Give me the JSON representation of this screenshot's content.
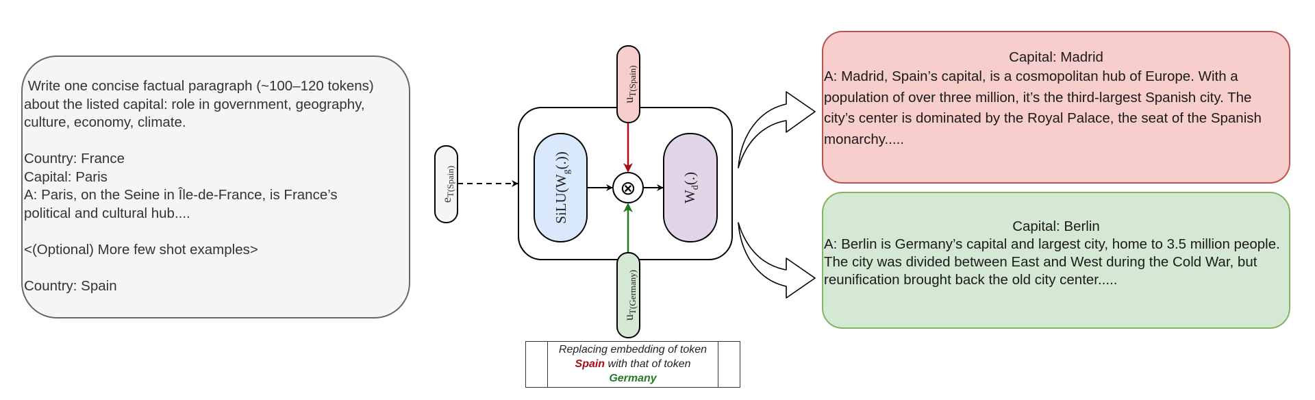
{
  "prompt": {
    "instruction": " Write one concise factual paragraph (~100–120 tokens)\nabout the listed capital: role in government, geography,\nculture, economy, climate.",
    "example_country": "Country: France",
    "example_capital": "Capital: Paris",
    "example_answer": "A: Paris, on the Seine in Île-de-France, is France’s\npolitical and cultural hub....",
    "optional_examples": "<(Optional) More few shot examples>",
    "query_country": "Country: Spain"
  },
  "mlp": {
    "input_embedding": {
      "base": "e",
      "subscript": "T(Spain)"
    },
    "gate_block": {
      "prefix": "SiLU(W",
      "subscript": "g",
      "suffix": "(.))"
    },
    "down_block": {
      "base": "W",
      "subscript": "d",
      "suffix": "(.)"
    },
    "multiply_symbol": "⊗",
    "top_vector": {
      "base": "u",
      "subscript": "T(Spain)"
    },
    "bottom_vector": {
      "base": "u",
      "subscript": "T(Germany)"
    },
    "colors": {
      "gate_fill": "#dae8fc",
      "down_fill": "#e1d5e7",
      "top_fill": "#f8cecc",
      "bottom_fill": "#d5e8d4",
      "top_arrow": "#a50f15",
      "bottom_arrow": "#237a23",
      "embedding_fill": "#f5f5f5"
    }
  },
  "caption": {
    "line1": "Replacing embedding of token",
    "spain_word": "Spain",
    "line2_rest": " with that of token",
    "germany_word": "Germany"
  },
  "outputs": {
    "original": {
      "title": "Capital:  Madrid",
      "text": "A: Madrid, Spain’s capital, is a cosmopolitan hub of Europe. With a population of over three million, it’s the third-largest Spanish city. The city’s center is dominated by the Royal Palace, the seat of the Spanish monarchy.....",
      "fill": "#f8cecc",
      "stroke": "#b85450"
    },
    "patched": {
      "title": "Capital:  Berlin",
      "text": "A: Berlin is Germany’s capital and largest city, home to 3.5 million people. The city was divided between East and West during the Cold War, but reunification brought back the old city center.....",
      "fill": "#d5e8d4",
      "stroke": "#82b366"
    }
  }
}
